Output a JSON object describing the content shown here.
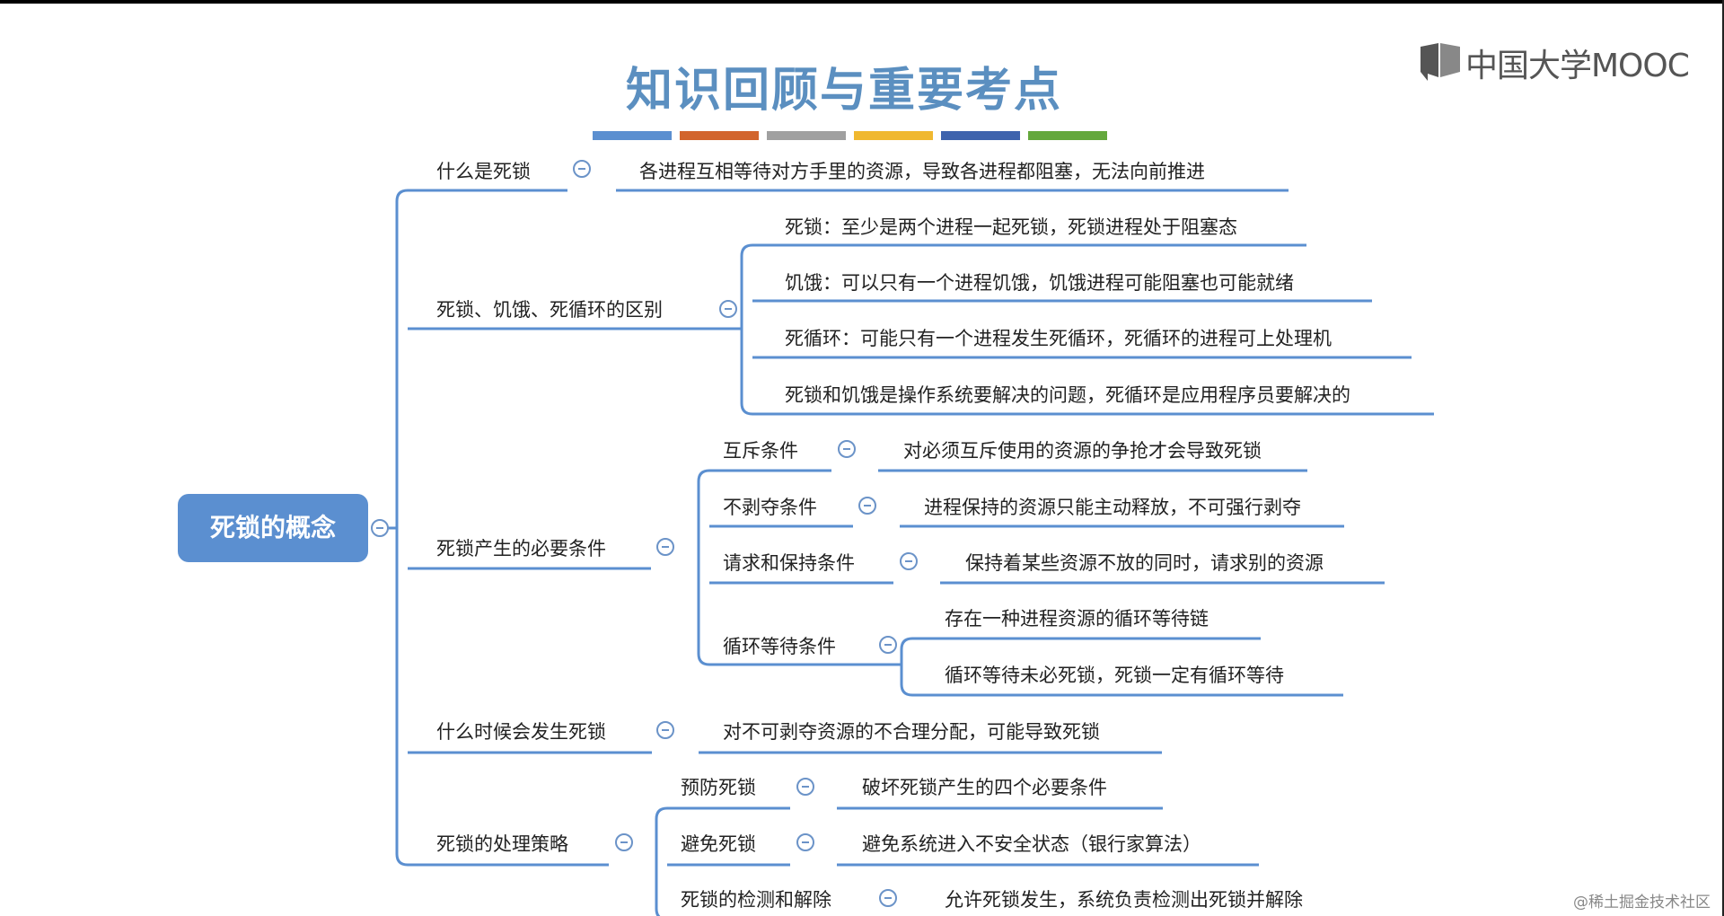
{
  "title": "知识回顾与重要考点",
  "title_bar_colors": [
    "#5b8fd0",
    "#d2652d",
    "#a0a0a0",
    "#f0b830",
    "#3e63ad",
    "#64a83c"
  ],
  "logo": {
    "text": "中国大学MOOC",
    "icon": "mooc-book-icon"
  },
  "line_color": "#5b8fd0",
  "root": {
    "label": "死锁的概念"
  },
  "branches": {
    "what": {
      "label": "什么是死锁",
      "detail": "各进程互相等待对方手里的资源，导致各进程都阻塞，无法向前推进"
    },
    "diff": {
      "label": "死锁、饥饿、死循环的区别",
      "items": [
        "死锁：至少是两个进程一起死锁，死锁进程处于阻塞态",
        "饥饿：可以只有一个进程饥饿，饥饿进程可能阻塞也可能就绪",
        "死循环：可能只有一个进程发生死循环，死循环的进程可上处理机",
        "死锁和饥饿是操作系统要解决的问题，死循环是应用程序员要解决的"
      ]
    },
    "conditions": {
      "label": "死锁产生的必要条件",
      "items": [
        {
          "label": "互斥条件",
          "detail": "对必须互斥使用的资源的争抢才会导致死锁"
        },
        {
          "label": "不剥夺条件",
          "detail": "进程保持的资源只能主动释放，不可强行剥夺"
        },
        {
          "label": "请求和保持条件",
          "detail": "保持着某些资源不放的同时，请求别的资源"
        },
        {
          "label": "循环等待条件",
          "details": [
            "存在一种进程资源的循环等待链",
            "循环等待未必死锁，死锁一定有循环等待"
          ]
        }
      ]
    },
    "when": {
      "label": "什么时候会发生死锁",
      "detail": "对不可剥夺资源的不合理分配，可能导致死锁"
    },
    "strategy": {
      "label": "死锁的处理策略",
      "items": [
        {
          "label": "预防死锁",
          "detail": "破坏死锁产生的四个必要条件"
        },
        {
          "label": "避免死锁",
          "detail": "避免系统进入不安全状态（银行家算法）"
        },
        {
          "label": "死锁的检测和解除",
          "detail": "允许死锁发生，系统负责检测出死锁并解除"
        }
      ]
    }
  },
  "watermark": "@稀土掘金技术社区"
}
